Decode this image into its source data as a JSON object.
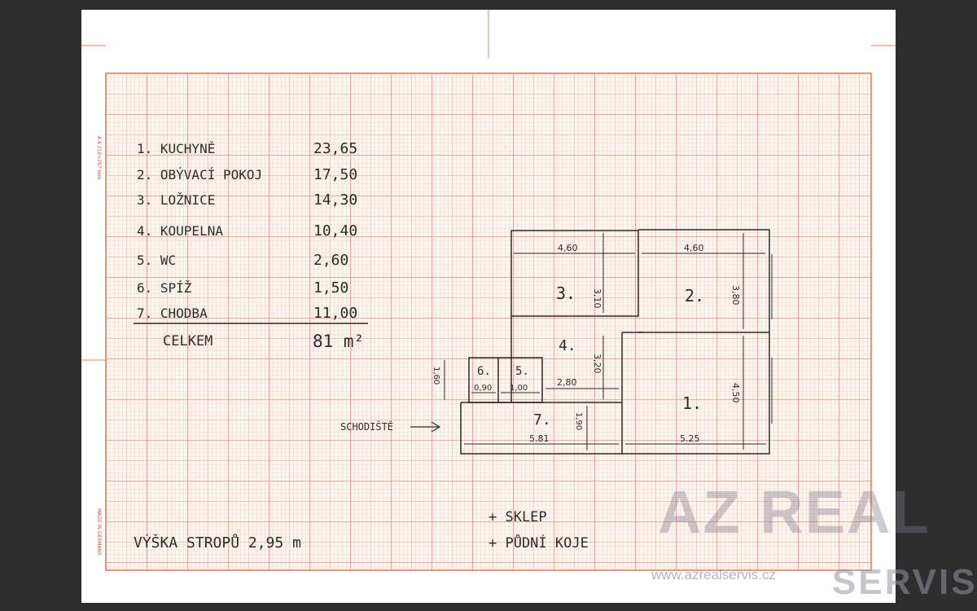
{
  "legend": [
    {
      "label": "1. KUCHYNĚ",
      "value": "23,65"
    },
    {
      "label": "2. OBÝVACÍ POKOJ",
      "value": "17,50"
    },
    {
      "label": "3. LOŽNICE",
      "value": "14,30"
    },
    {
      "label": "4. KOUPELNA",
      "value": "10,40"
    },
    {
      "label": "5. WC",
      "value": "2,60"
    },
    {
      "label": "6. SPÍŽ",
      "value": "1,50"
    },
    {
      "label": "7. CHODBA",
      "value": "11,00"
    }
  ],
  "total": {
    "label": "CELKEM",
    "value": "81 m²"
  },
  "rooms": [
    "1.",
    "2.",
    "3.",
    "4.",
    "5.",
    "6.",
    "7."
  ],
  "dimensions": {
    "d_4_60_a": "4,60",
    "d_4_60_b": "4,60",
    "d_3_10": "3,10",
    "d_3_80": "3,80",
    "d_3_20": "3,20",
    "d_4_50": "4,50",
    "d_1_60": "1,60",
    "d_0_90": "0,90",
    "d_1_00": "1,00",
    "d_2_80": "2,80",
    "d_1_90": "1,90",
    "d_5_81": "5.81",
    "d_5_25": "5.25"
  },
  "stairs_label": "SCHODIŠTĚ",
  "ceiling_height": "VÝŠKA STROPŮ 2,95 m",
  "extras": [
    "+ SKLEP",
    "+ PŮDNÍ KOJE"
  ],
  "paper_side": {
    "format": "A 4 210×297 mm",
    "made_in": "MADE IN GERMANY"
  },
  "watermark": {
    "brand": "AZ REAL",
    "url": "www.azrealservis.cz",
    "sub": "SERVIS"
  },
  "colors": {
    "grid_minor": "#f6b9a3",
    "grid_major": "#ea7f5c",
    "ink": "#2b2b2b"
  }
}
